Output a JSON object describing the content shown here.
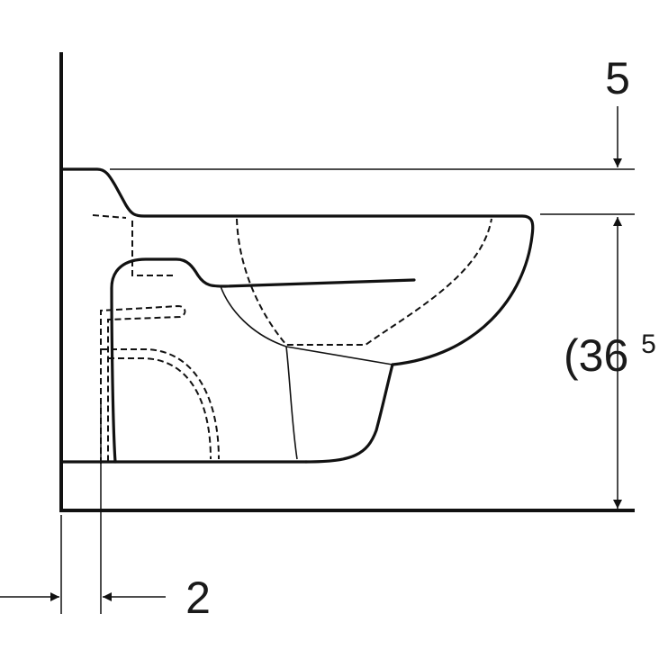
{
  "drawing": {
    "top_offset_label": "5",
    "height_label": "(36",
    "height_superscript": "5",
    "height_close": ")",
    "wall_offset_label": "2"
  }
}
